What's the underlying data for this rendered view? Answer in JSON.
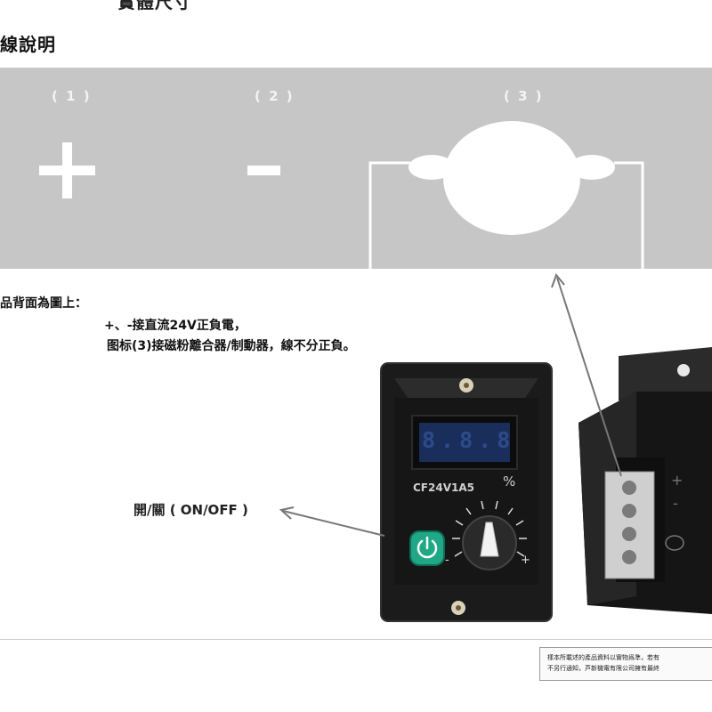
{
  "header": {
    "top_cut_text": "實體尺寸",
    "section_title": "線說明"
  },
  "terminals": [
    {
      "label": "( 1 )",
      "symbol": "+"
    },
    {
      "label": "( 2 )",
      "symbol": "-"
    },
    {
      "label": "( 3 )",
      "symbol": "clutch-brake-symbol"
    }
  ],
  "notes": {
    "intro": "品背面為圖上：",
    "line1": "+、-接直流24V正負電，",
    "line2": "图标(3)接磁粉離合器/制動器，線不分正負。"
  },
  "controller": {
    "model": "CF24V1A5",
    "unit": "%",
    "display": "8.8.8",
    "power_label": "開/關 ( ON/OFF )",
    "knob_min": "-",
    "knob_max": "+",
    "power_icon": "power-icon"
  },
  "terminal_block": {
    "marks": [
      "+",
      "-"
    ]
  },
  "disclaimer": {
    "line1": "樣本所載述的產品資料以實物爲準，若有",
    "line2": "不另行通知，芦新機電有限公司擁有最終"
  },
  "colors": {
    "panel": "#c6c6c6",
    "panel_symbols": "#ffffff",
    "controller_body": "#1b1b1b",
    "led": "#1a2e5c",
    "power_button": "#1ea886"
  }
}
